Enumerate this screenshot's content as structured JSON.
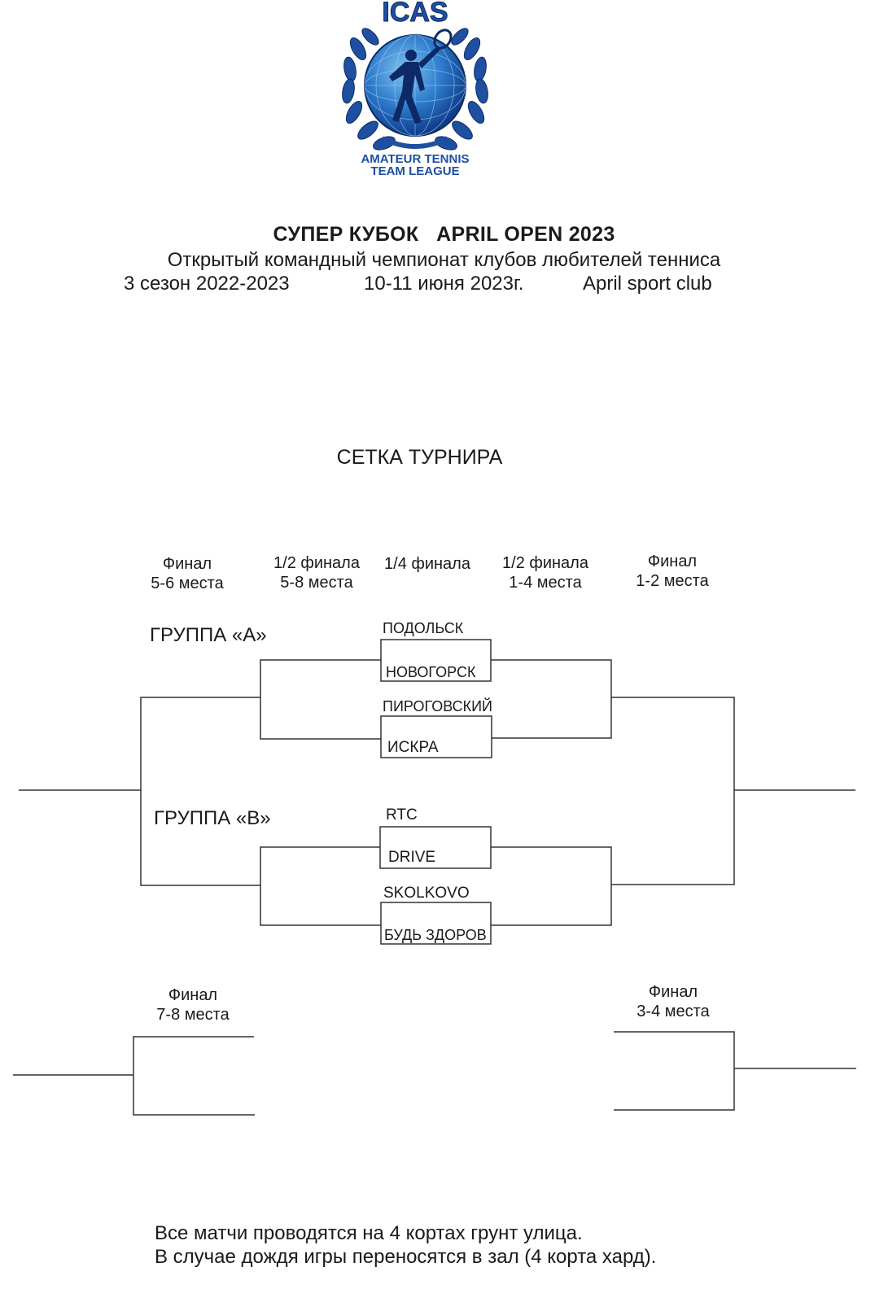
{
  "logo": {
    "acronym": "ICAS",
    "tagline_line1": "AMATEUR TENNIS",
    "tagline_line2": "TEAM LEAGUE",
    "icon": "tennis-player-globe-laurel-icon",
    "colors": {
      "blue": "#1e4fa0",
      "light_blue": "#3f8fd8",
      "dark": "#0d2a66"
    }
  },
  "header": {
    "title": "СУПЕР КУБОК   APRIL OPEN 2023",
    "subtitle": "Открытый командный чемпионат клубов любителей тенниса",
    "season": "3 сезон 2022-2023",
    "dates": "10-11 июня 2023г.",
    "venue": "April sport club"
  },
  "bracket": {
    "title": "СЕТКА ТУРНИРА",
    "round_labels": {
      "final_5_6": {
        "line1": "Финал",
        "line2": "5-6 места"
      },
      "semi_5_8": {
        "line1": "1/2 финала",
        "line2": "5-8 места"
      },
      "quarter": {
        "line1": "1/4 финала",
        "line2": ""
      },
      "semi_1_4": {
        "line1": "1/2 финала",
        "line2": "1-4 места"
      },
      "final_1_2": {
        "line1": "Финал",
        "line2": "1-2 места"
      },
      "final_7_8": {
        "line1": "Финал",
        "line2": "7-8 места"
      },
      "final_3_4": {
        "line1": "Финал",
        "line2": "3-4 места"
      }
    },
    "groups": {
      "a": {
        "label": "ГРУППА «А»",
        "teams": [
          "ПОДОЛЬСК",
          "НОВОГОРСК",
          "ПИРОГОВСКИЙ",
          "ИСКРА"
        ]
      },
      "b": {
        "label": "ГРУППА «В»",
        "teams": [
          "RTC",
          "DRIVE",
          "SKOLKOVO",
          "БУДЬ ЗДОРОВ"
        ]
      }
    },
    "line_color": "#333333"
  },
  "footer": {
    "line1": "Все матчи проводятся на 4 кортах грунт улица.",
    "line2": "В случае дождя игры переносятся в зал (4 корта хард)."
  }
}
